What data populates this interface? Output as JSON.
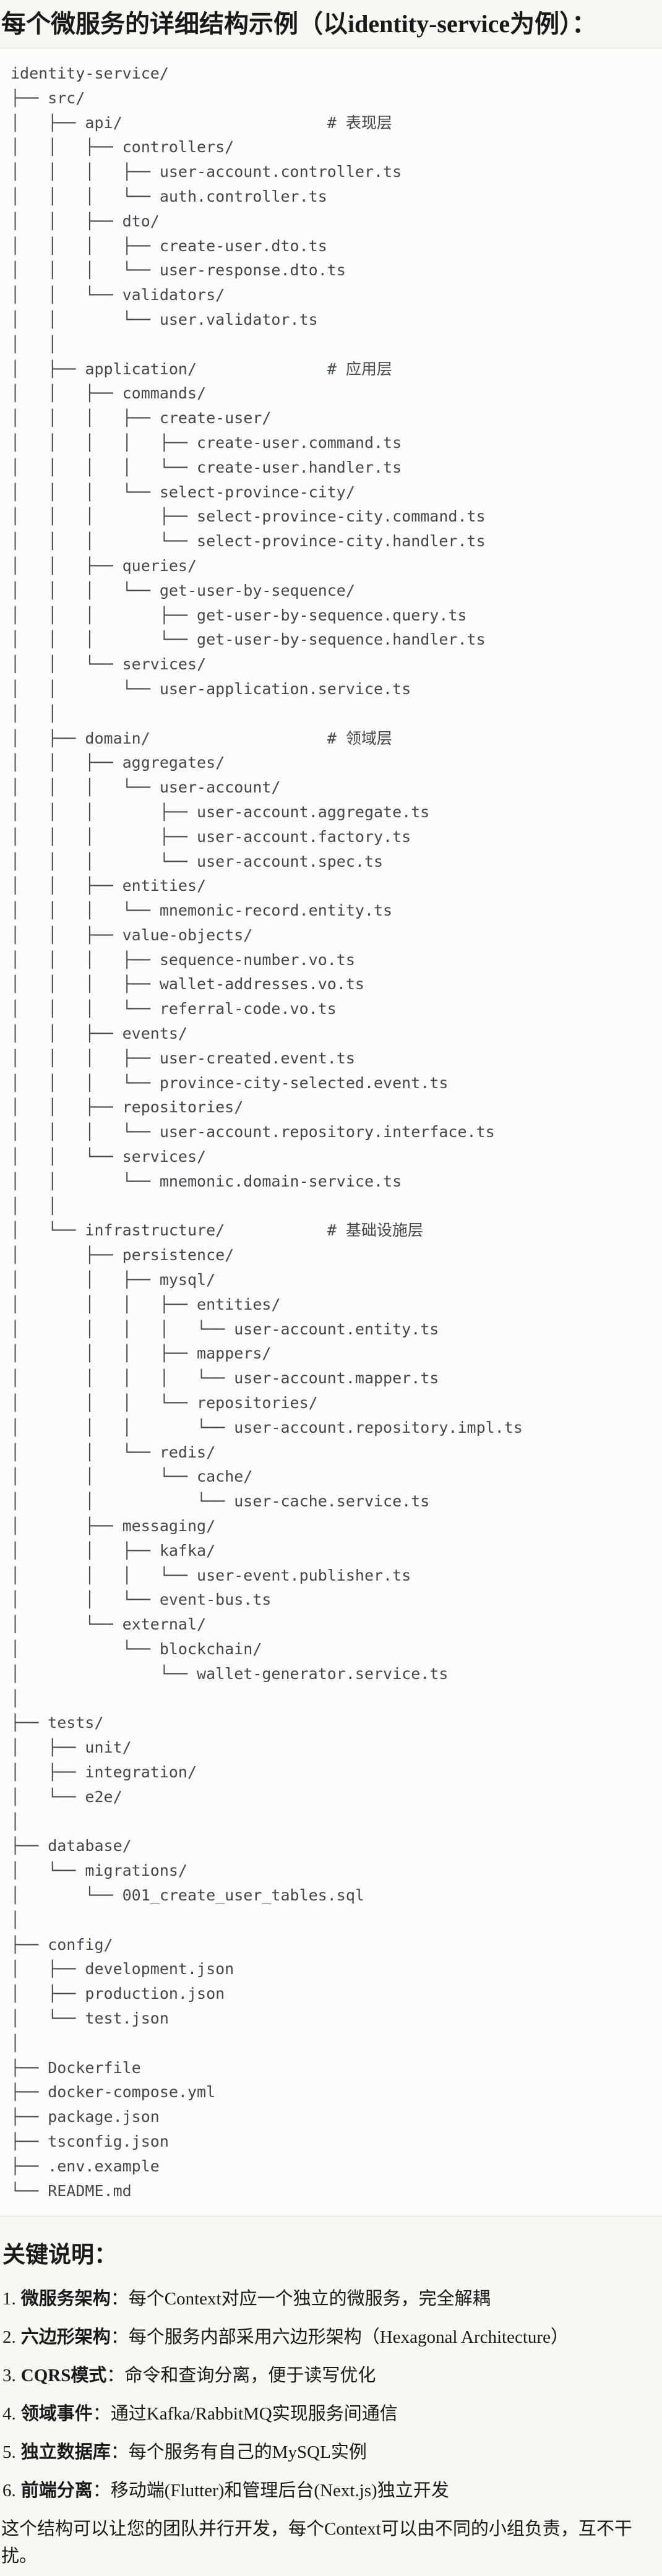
{
  "title": "每个微服务的详细结构示例（以identity-service为例）：",
  "tree": {
    "lines": [
      "identity-service/",
      "├── src/",
      "│   ├── api/                      # 表现层",
      "│   │   ├── controllers/",
      "│   │   │   ├── user-account.controller.ts",
      "│   │   │   └── auth.controller.ts",
      "│   │   ├── dto/",
      "│   │   │   ├── create-user.dto.ts",
      "│   │   │   └── user-response.dto.ts",
      "│   │   └── validators/",
      "│   │       └── user.validator.ts",
      "│   │",
      "│   ├── application/              # 应用层",
      "│   │   ├── commands/",
      "│   │   │   ├── create-user/",
      "│   │   │   │   ├── create-user.command.ts",
      "│   │   │   │   └── create-user.handler.ts",
      "│   │   │   └── select-province-city/",
      "│   │   │       ├── select-province-city.command.ts",
      "│   │   │       └── select-province-city.handler.ts",
      "│   │   ├── queries/",
      "│   │   │   └── get-user-by-sequence/",
      "│   │   │       ├── get-user-by-sequence.query.ts",
      "│   │   │       └── get-user-by-sequence.handler.ts",
      "│   │   └── services/",
      "│   │       └── user-application.service.ts",
      "│   │",
      "│   ├── domain/                   # 领域层",
      "│   │   ├── aggregates/",
      "│   │   │   └── user-account/",
      "│   │   │       ├── user-account.aggregate.ts",
      "│   │   │       ├── user-account.factory.ts",
      "│   │   │       └── user-account.spec.ts",
      "│   │   ├── entities/",
      "│   │   │   └── mnemonic-record.entity.ts",
      "│   │   ├── value-objects/",
      "│   │   │   ├── sequence-number.vo.ts",
      "│   │   │   ├── wallet-addresses.vo.ts",
      "│   │   │   └── referral-code.vo.ts",
      "│   │   ├── events/",
      "│   │   │   ├── user-created.event.ts",
      "│   │   │   └── province-city-selected.event.ts",
      "│   │   ├── repositories/",
      "│   │   │   └── user-account.repository.interface.ts",
      "│   │   └── services/",
      "│   │       └── mnemonic.domain-service.ts",
      "│   │",
      "│   └── infrastructure/           # 基础设施层",
      "│       ├── persistence/",
      "│       │   ├── mysql/",
      "│       │   │   ├── entities/",
      "│       │   │   │   └── user-account.entity.ts",
      "│       │   │   ├── mappers/",
      "│       │   │   │   └── user-account.mapper.ts",
      "│       │   │   └── repositories/",
      "│       │   │       └── user-account.repository.impl.ts",
      "│       │   └── redis/",
      "│       │       └── cache/",
      "│       │           └── user-cache.service.ts",
      "│       ├── messaging/",
      "│       │   ├── kafka/",
      "│       │   │   └── user-event.publisher.ts",
      "│       │   └── event-bus.ts",
      "│       └── external/",
      "│           └── blockchain/",
      "│               └── wallet-generator.service.ts",
      "│",
      "├── tests/",
      "│   ├── unit/",
      "│   ├── integration/",
      "│   └── e2e/",
      "│",
      "├── database/",
      "│   └── migrations/",
      "│       └── 001_create_user_tables.sql",
      "│",
      "├── config/",
      "│   ├── development.json",
      "│   ├── production.json",
      "│   └── test.json",
      "│",
      "├── Dockerfile",
      "├── docker-compose.yml",
      "├── package.json",
      "├── tsconfig.json",
      "├── .env.example",
      "└── README.md"
    ]
  },
  "notes": {
    "heading": "关键说明：",
    "items": [
      {
        "num": "1.",
        "term": "微服务架构",
        "desc": "：每个Context对应一个独立的微服务，完全解耦"
      },
      {
        "num": "2.",
        "term": "六边形架构",
        "desc": "：每个服务内部采用六边形架构（Hexagonal Architecture）"
      },
      {
        "num": "3.",
        "term": "CQRS模式",
        "desc": "：命令和查询分离，便于读写优化"
      },
      {
        "num": "4.",
        "term": "领域事件",
        "desc": "：通过Kafka/RabbitMQ实现服务间通信"
      },
      {
        "num": "5.",
        "term": "独立数据库",
        "desc": "：每个服务有自己的MySQL实例"
      },
      {
        "num": "6.",
        "term": "前端分离",
        "desc": "：移动端(Flutter)和管理后台(Next.js)独立开发"
      }
    ],
    "footer": "这个结构可以让您的团队并行开发，每个Context可以由不同的小组负责，互不干扰。"
  },
  "colors": {
    "page_bg": "#f8f7f2",
    "code_bg": "#fcfcfa",
    "code_border": "#e1dfd9",
    "code_text": "#42474e",
    "body_text": "#191919"
  }
}
